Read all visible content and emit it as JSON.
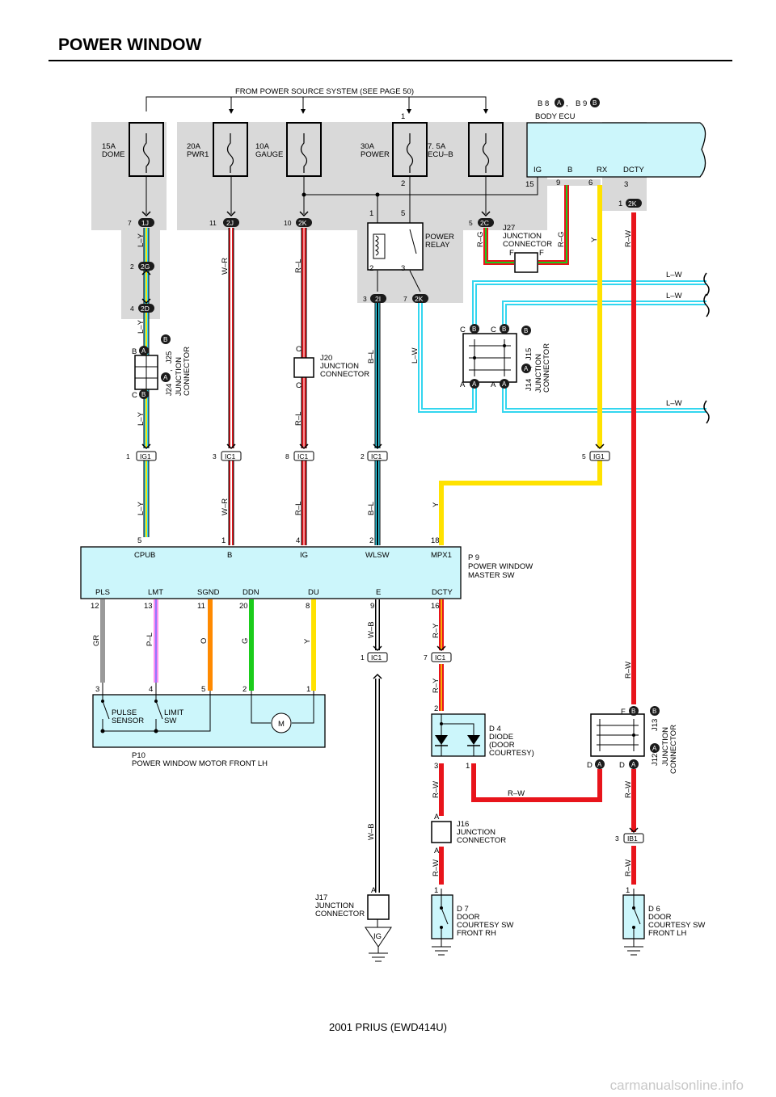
{
  "page": {
    "title": "POWER WINDOW",
    "footer": "2001 PRIUS (EWD414U)",
    "watermark": "carmanualsonline.info"
  },
  "source": {
    "label": "FROM POWER SOURCE SYSTEM (SEE PAGE 50)"
  },
  "fuses": {
    "dome": [
      "15A",
      "DOME"
    ],
    "pwr1": [
      "20A",
      "PWR1"
    ],
    "gauge": [
      "10A",
      "GAUGE"
    ],
    "power": [
      "30A",
      "POWER"
    ],
    "ecub": [
      "7. 5A",
      "ECU–B"
    ]
  },
  "body_ecu": {
    "codes": {
      "b8": "B 8",
      "b9": "B 9",
      "comma": ",",
      "a": "A",
      "b": "B"
    },
    "name": "BODY ECU",
    "terminals": [
      "IG",
      "B",
      "RX",
      "DCTY"
    ],
    "pins": [
      "15",
      "9",
      "6",
      "3",
      "1"
    ]
  },
  "relay": {
    "name": [
      "POWER",
      "RELAY"
    ],
    "pins": [
      "1",
      "5",
      "2",
      "3"
    ]
  },
  "connectors": {
    "c7_1j": [
      "7",
      "1J"
    ],
    "c11_2j": [
      "11",
      "2J"
    ],
    "c10_2k": [
      "10",
      "2K"
    ],
    "c5_2c": [
      "5",
      "2C"
    ],
    "c2_2g": [
      "2",
      "2G"
    ],
    "c4_2d": [
      "4",
      "2D"
    ],
    "c3_2i": [
      "3",
      "2I"
    ],
    "c7_2k": [
      "7",
      "2K"
    ],
    "c1_2k": [
      "1",
      "2K"
    ],
    "top_1": "1",
    "top_2": "2",
    "ig1_1": [
      "1",
      "IG1"
    ],
    "ic1_3": [
      "3",
      "IC1"
    ],
    "ic1_8": [
      "8",
      "IC1"
    ],
    "ic1_2": [
      "2",
      "IC1"
    ],
    "ig1_5": [
      "5",
      "IG1"
    ],
    "ic1_1": [
      "1",
      "IC1"
    ],
    "ic1_7": [
      "7",
      "IC1"
    ],
    "ib1_3": [
      "3",
      "IB1"
    ]
  },
  "junctions": {
    "j27": [
      "J27",
      "JUNCTION",
      "CONNECTOR"
    ],
    "j27_pins": [
      "F",
      "F"
    ],
    "j24": [
      "J24",
      ",",
      "J25",
      "JUNCTION",
      "CONNECTOR"
    ],
    "j24_pins": [
      "B",
      "A",
      "C",
      "B",
      "A",
      "B"
    ],
    "j20": [
      "J20",
      "JUNCTION",
      "CONNECTOR"
    ],
    "j20_pins": [
      "C",
      "C"
    ],
    "j14": [
      "J14",
      ",",
      "J15",
      "JUNCTION",
      "CONNECTOR"
    ],
    "j14_pins": [
      "C",
      "B",
      "C",
      "B",
      "A",
      "A",
      "A",
      "A",
      "A",
      "B"
    ],
    "j16": [
      "J16",
      "JUNCTION",
      "CONNECTOR"
    ],
    "j16_pins": [
      "A",
      "A"
    ],
    "j12": [
      "J12",
      "J13",
      "JUNCTION",
      "CONNECTOR"
    ],
    "j12_pins": [
      "F",
      "B",
      "D",
      "A",
      "D",
      "A",
      "A",
      "B"
    ],
    "j17": [
      "J17",
      "JUNCTION",
      "CONNECTOR"
    ],
    "j17_pins": [
      "A"
    ],
    "ground_ig": "IG"
  },
  "master_sw": {
    "code": "P 9",
    "name": [
      "POWER WINDOW",
      "MASTER SW"
    ],
    "top_terminals": [
      "CPUB",
      "B",
      "IG",
      "WLSW",
      "MPX1"
    ],
    "top_pins": [
      "5",
      "1",
      "4",
      "2",
      "18"
    ],
    "bottom_terminals": [
      "PLS",
      "LMT",
      "SGND",
      "DDN",
      "DU",
      "E",
      "DCTY"
    ],
    "bottom_pins": [
      "12",
      "13",
      "11",
      "20",
      "8",
      "9",
      "16"
    ]
  },
  "motor": {
    "code": "P10",
    "name": "POWER WINDOW MOTOR FRONT LH",
    "pins": [
      "3",
      "4",
      "5",
      "2",
      "1"
    ],
    "pulse": [
      "PULSE",
      "SENSOR"
    ],
    "limit": [
      "LIMIT",
      "SW"
    ],
    "motor_symbol": "M"
  },
  "diode": {
    "code": "D 4",
    "name": [
      "DIODE",
      "(DOOR",
      " COURTESY)"
    ],
    "pins": [
      "2",
      "3",
      "1"
    ]
  },
  "sw_d7": {
    "code": "D 7",
    "name": [
      "DOOR",
      "COURTESY SW",
      "FRONT RH"
    ],
    "pin": "1"
  },
  "sw_d6": {
    "code": "D 6",
    "name": [
      "DOOR",
      "COURTESY SW",
      "FRONT LH"
    ],
    "pin": "1"
  },
  "wires": {
    "ly": "L–Y",
    "wr": "W–R",
    "rl": "R–L",
    "bl": "B–L",
    "lw": "L–W",
    "rg": "R–G",
    "y": "Y",
    "rw": "R–W",
    "wb": "W–B",
    "ry": "R–Y",
    "gr": "GR",
    "pl": "P–L",
    "o": "O",
    "g": "G"
  },
  "colors": {
    "light_blue_fill": "#ccf6fb",
    "gray_shade": "#d9d9d9",
    "red": "#e8141b",
    "cyan": "#33d6ef",
    "yellow": "#ffe200",
    "green": "#1bcc1b",
    "orange": "#ff8a00",
    "gray_wire": "#9a9a9a",
    "pink": "#ff8ff0"
  }
}
